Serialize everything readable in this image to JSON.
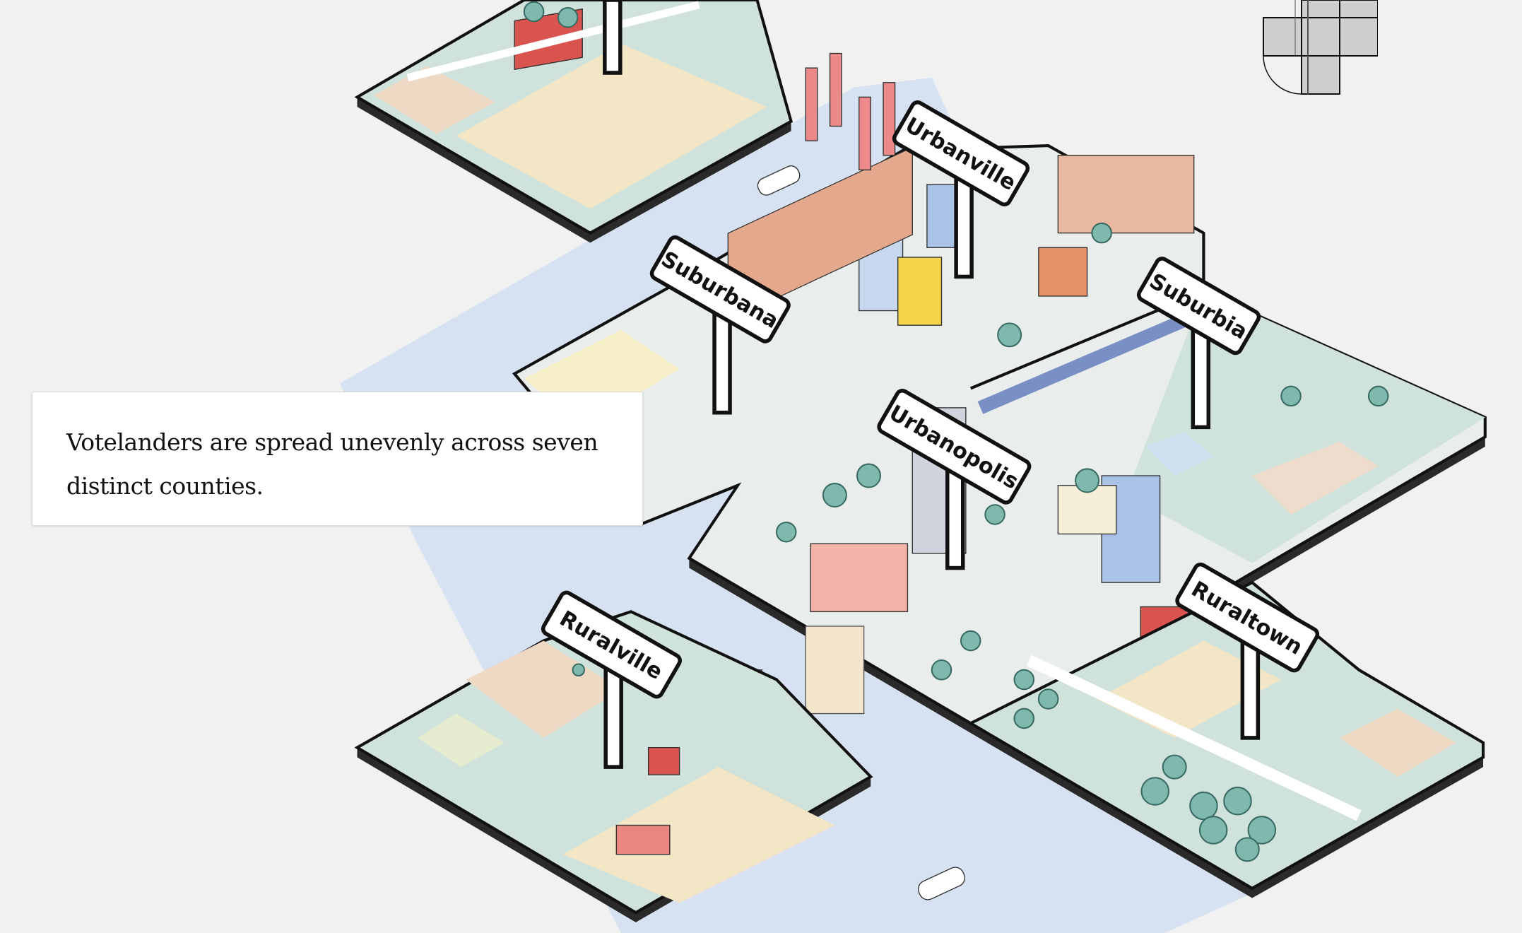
{
  "caption": {
    "text": "Votelanders are spread unevenly across seven distinct counties."
  },
  "counties": [
    {
      "name": "Urbanville"
    },
    {
      "name": "Suburbana"
    },
    {
      "name": "Suburbia"
    },
    {
      "name": "Urbanopolis"
    },
    {
      "name": "Ruraltown"
    },
    {
      "name": "Ruralville"
    }
  ],
  "colors": {
    "background": "#f1f1f1",
    "water": "#d6e2f2",
    "land": "#cfe2dc",
    "field": "#f2e6c6",
    "outline": "#111111"
  },
  "icons": {
    "layers": "layers-grid-icon"
  }
}
